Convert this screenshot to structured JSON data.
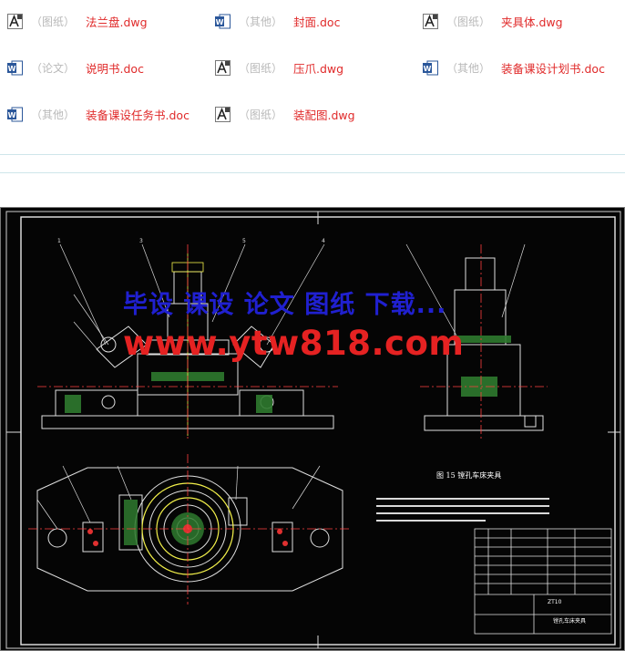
{
  "files": [
    {
      "icon": "dwg-file-icon",
      "category": "（图纸）",
      "name": "法兰盘.dwg"
    },
    {
      "icon": "word-doc-icon",
      "category": "（其他）",
      "name": "封面.doc"
    },
    {
      "icon": "dwg-file-icon",
      "category": "（图纸）",
      "name": "夹具体.dwg"
    },
    {
      "icon": "word-doc-icon",
      "category": "（论文）",
      "name": "说明书.doc"
    },
    {
      "icon": "dwg-file-icon",
      "category": "（图纸）",
      "name": "压爪.dwg"
    },
    {
      "icon": "word-doc-icon",
      "category": "（其他）",
      "name": "装备课设计划书.doc"
    },
    {
      "icon": "word-doc-icon",
      "category": "（其他）",
      "name": "装备课设任务书.doc"
    },
    {
      "icon": "dwg-file-icon",
      "category": "（图纸）",
      "name": "装配图.dwg"
    }
  ],
  "preview": {
    "watermark_line1": "毕设 课设 论文 图纸 下载...",
    "watermark_line2": "www.ytw818.com",
    "drawing_title": "图 15    镗孔车床夹具",
    "title_block_code": "ZT10",
    "title_block_name": "镗孔车床夹具"
  },
  "colors": {
    "file_name": "#e02a2a",
    "category": "#b9b9b9",
    "word_icon": "#2b579a",
    "watermark_blue": "#2020d0",
    "watermark_red": "#e52222",
    "cad_background": "#050505"
  }
}
